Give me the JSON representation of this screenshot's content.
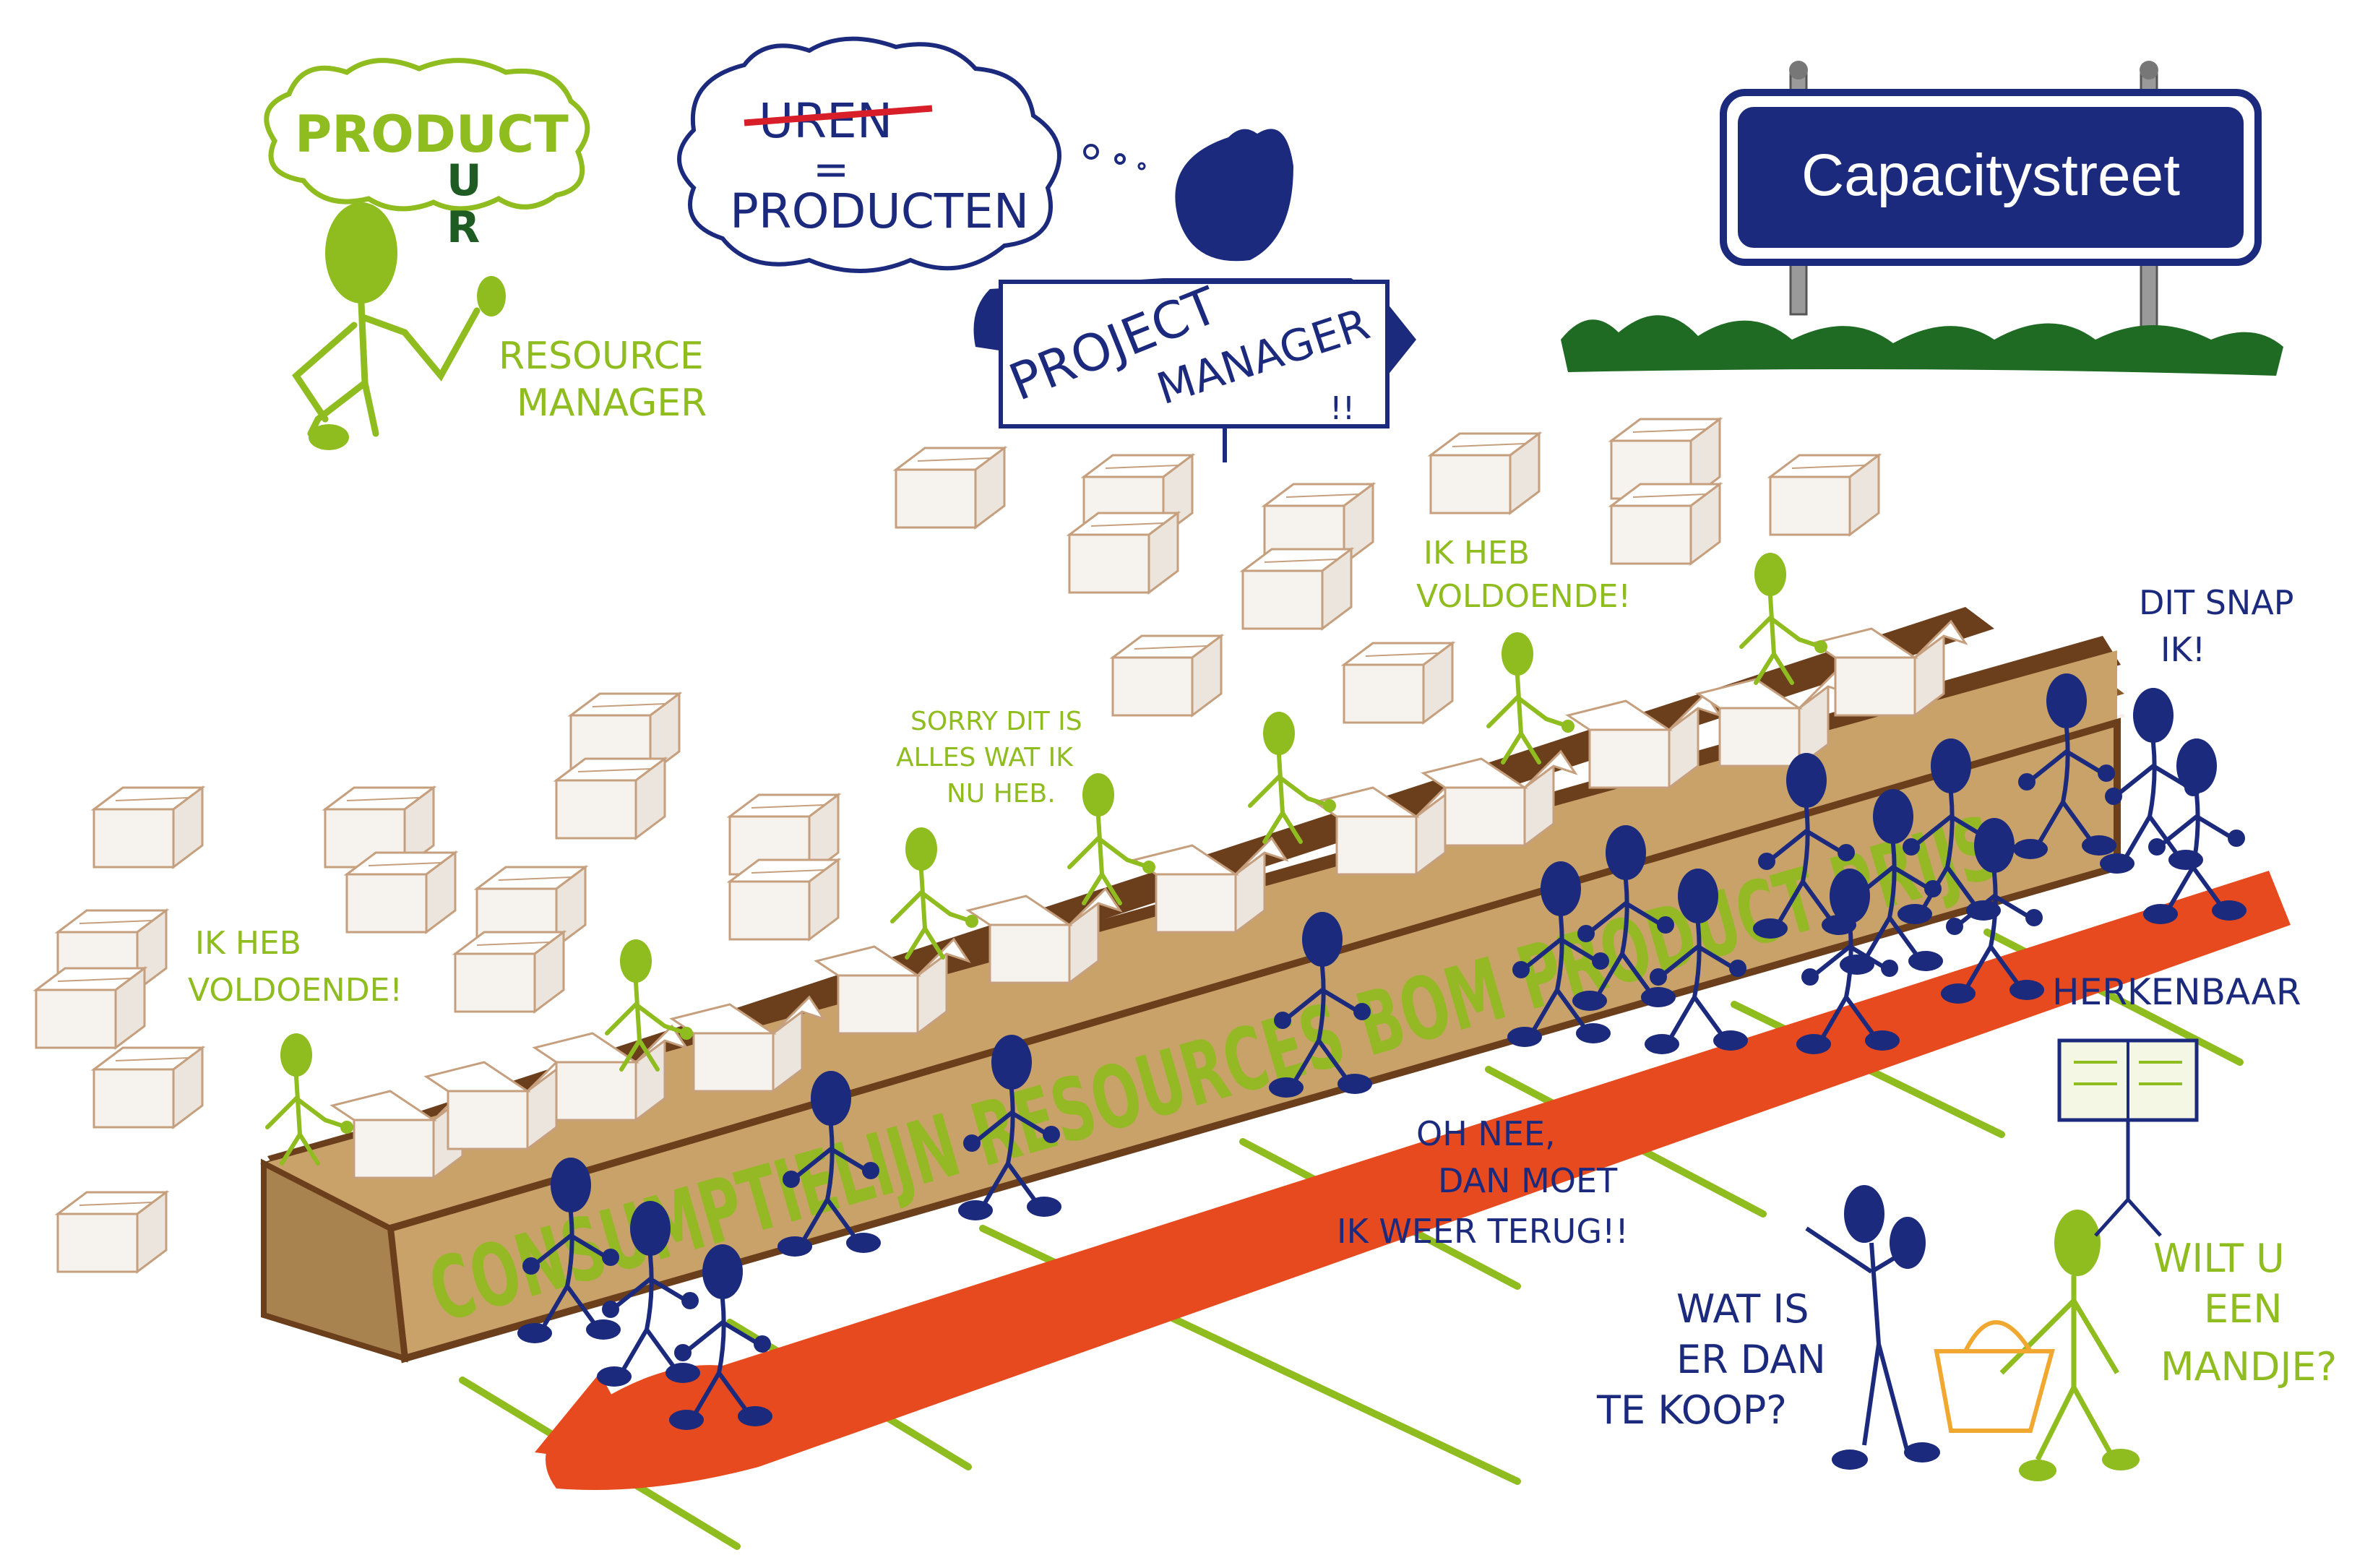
{
  "sign": {
    "street_name": "Capacitystreet"
  },
  "resource_manager": {
    "cloud_word_top": "PRODUCT",
    "cloud_letters": [
      "U",
      "R"
    ],
    "caption_line1": "RESOURCE",
    "caption_line2": "MANAGER"
  },
  "thought_cloud": {
    "struck_word": "UREN",
    "equals": "=",
    "result_word": "PRODUCTEN"
  },
  "project_manager_sign": {
    "line1": "PROJECT",
    "line2": "MANAGER",
    "mark": "!!"
  },
  "bubbles": {
    "ik_heb_top": {
      "line1": "IK HEB",
      "line2": "VOLDOENDE!"
    },
    "ik_heb_left": {
      "line1": "IK HEB",
      "line2": "VOLDOENDE!"
    },
    "sorry": {
      "line1": "SORRY DIT IS",
      "line2": "ALLES WAT IK",
      "line3": "NU HEB."
    },
    "dit_snap": {
      "line1": "DIT SNAP",
      "line2": "IK!"
    },
    "herkenbaar": "HERKENBAAR",
    "oh_nee": {
      "line1": "OH NEE,",
      "line2": "DAN MOET",
      "line3": "IK WEER TERUG!!"
    },
    "wat_is": {
      "line1": "WAT IS",
      "line2": "ER DAN",
      "line3": "TE KOOP?"
    },
    "wilt_u": {
      "line1": "WILT U",
      "line2": "EEN",
      "line3": "MANDJE?"
    }
  },
  "conveyor": {
    "side_text": "CONSUMPTIELIJN RESOURCES BOM PRODUCT PRIJS"
  },
  "colors": {
    "navy": "#1b2a7c",
    "green": "#8fbc1e",
    "dark_green": "#1f5c23",
    "orange_red": "#e64a1e",
    "brown_dark": "#6b3e1c",
    "brown_light": "#c9a26a",
    "box_outline": "#c6a07e",
    "red_strike": "#d81e28"
  }
}
